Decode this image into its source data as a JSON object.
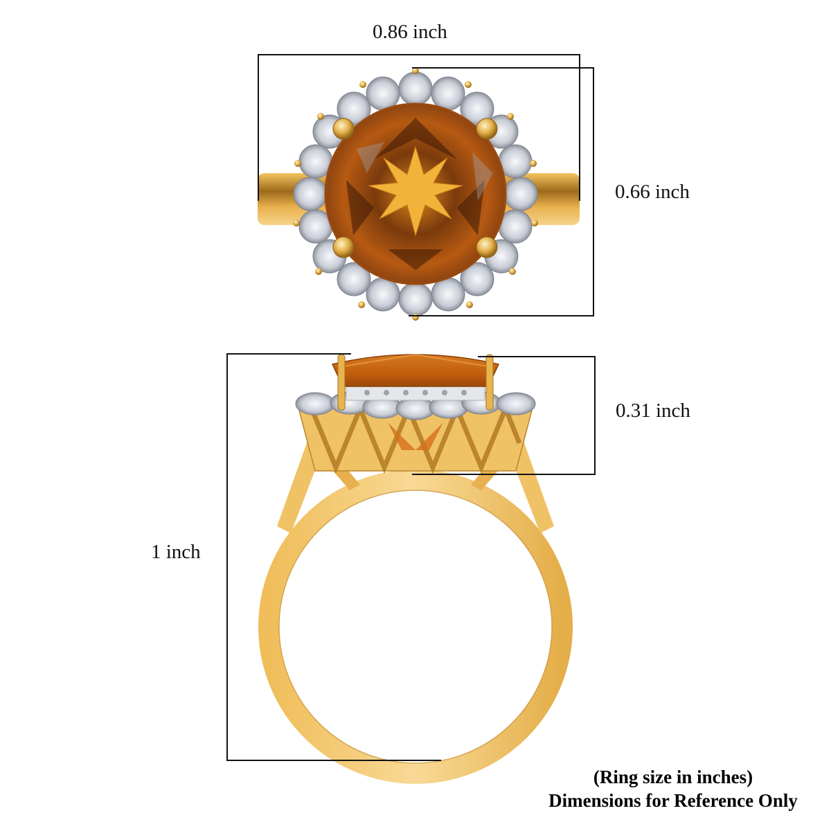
{
  "dimensions": {
    "top_width": "0.86 inch",
    "top_height": "0.66 inch",
    "side_head_height": "0.31 inch",
    "side_total_height": "1 inch"
  },
  "footer": {
    "line1": "(Ring size in inches)",
    "line2": "Dimensions for Reference Only"
  },
  "colors": {
    "gold": "#E9B44C",
    "gold_light": "#F7D58C",
    "gold_dark": "#B9852A",
    "gem_orange": "#C4620E",
    "gem_dark": "#5A2A08",
    "gem_star": "#F2B33A",
    "diamond": "#E6E8EE",
    "line": "#111111"
  }
}
